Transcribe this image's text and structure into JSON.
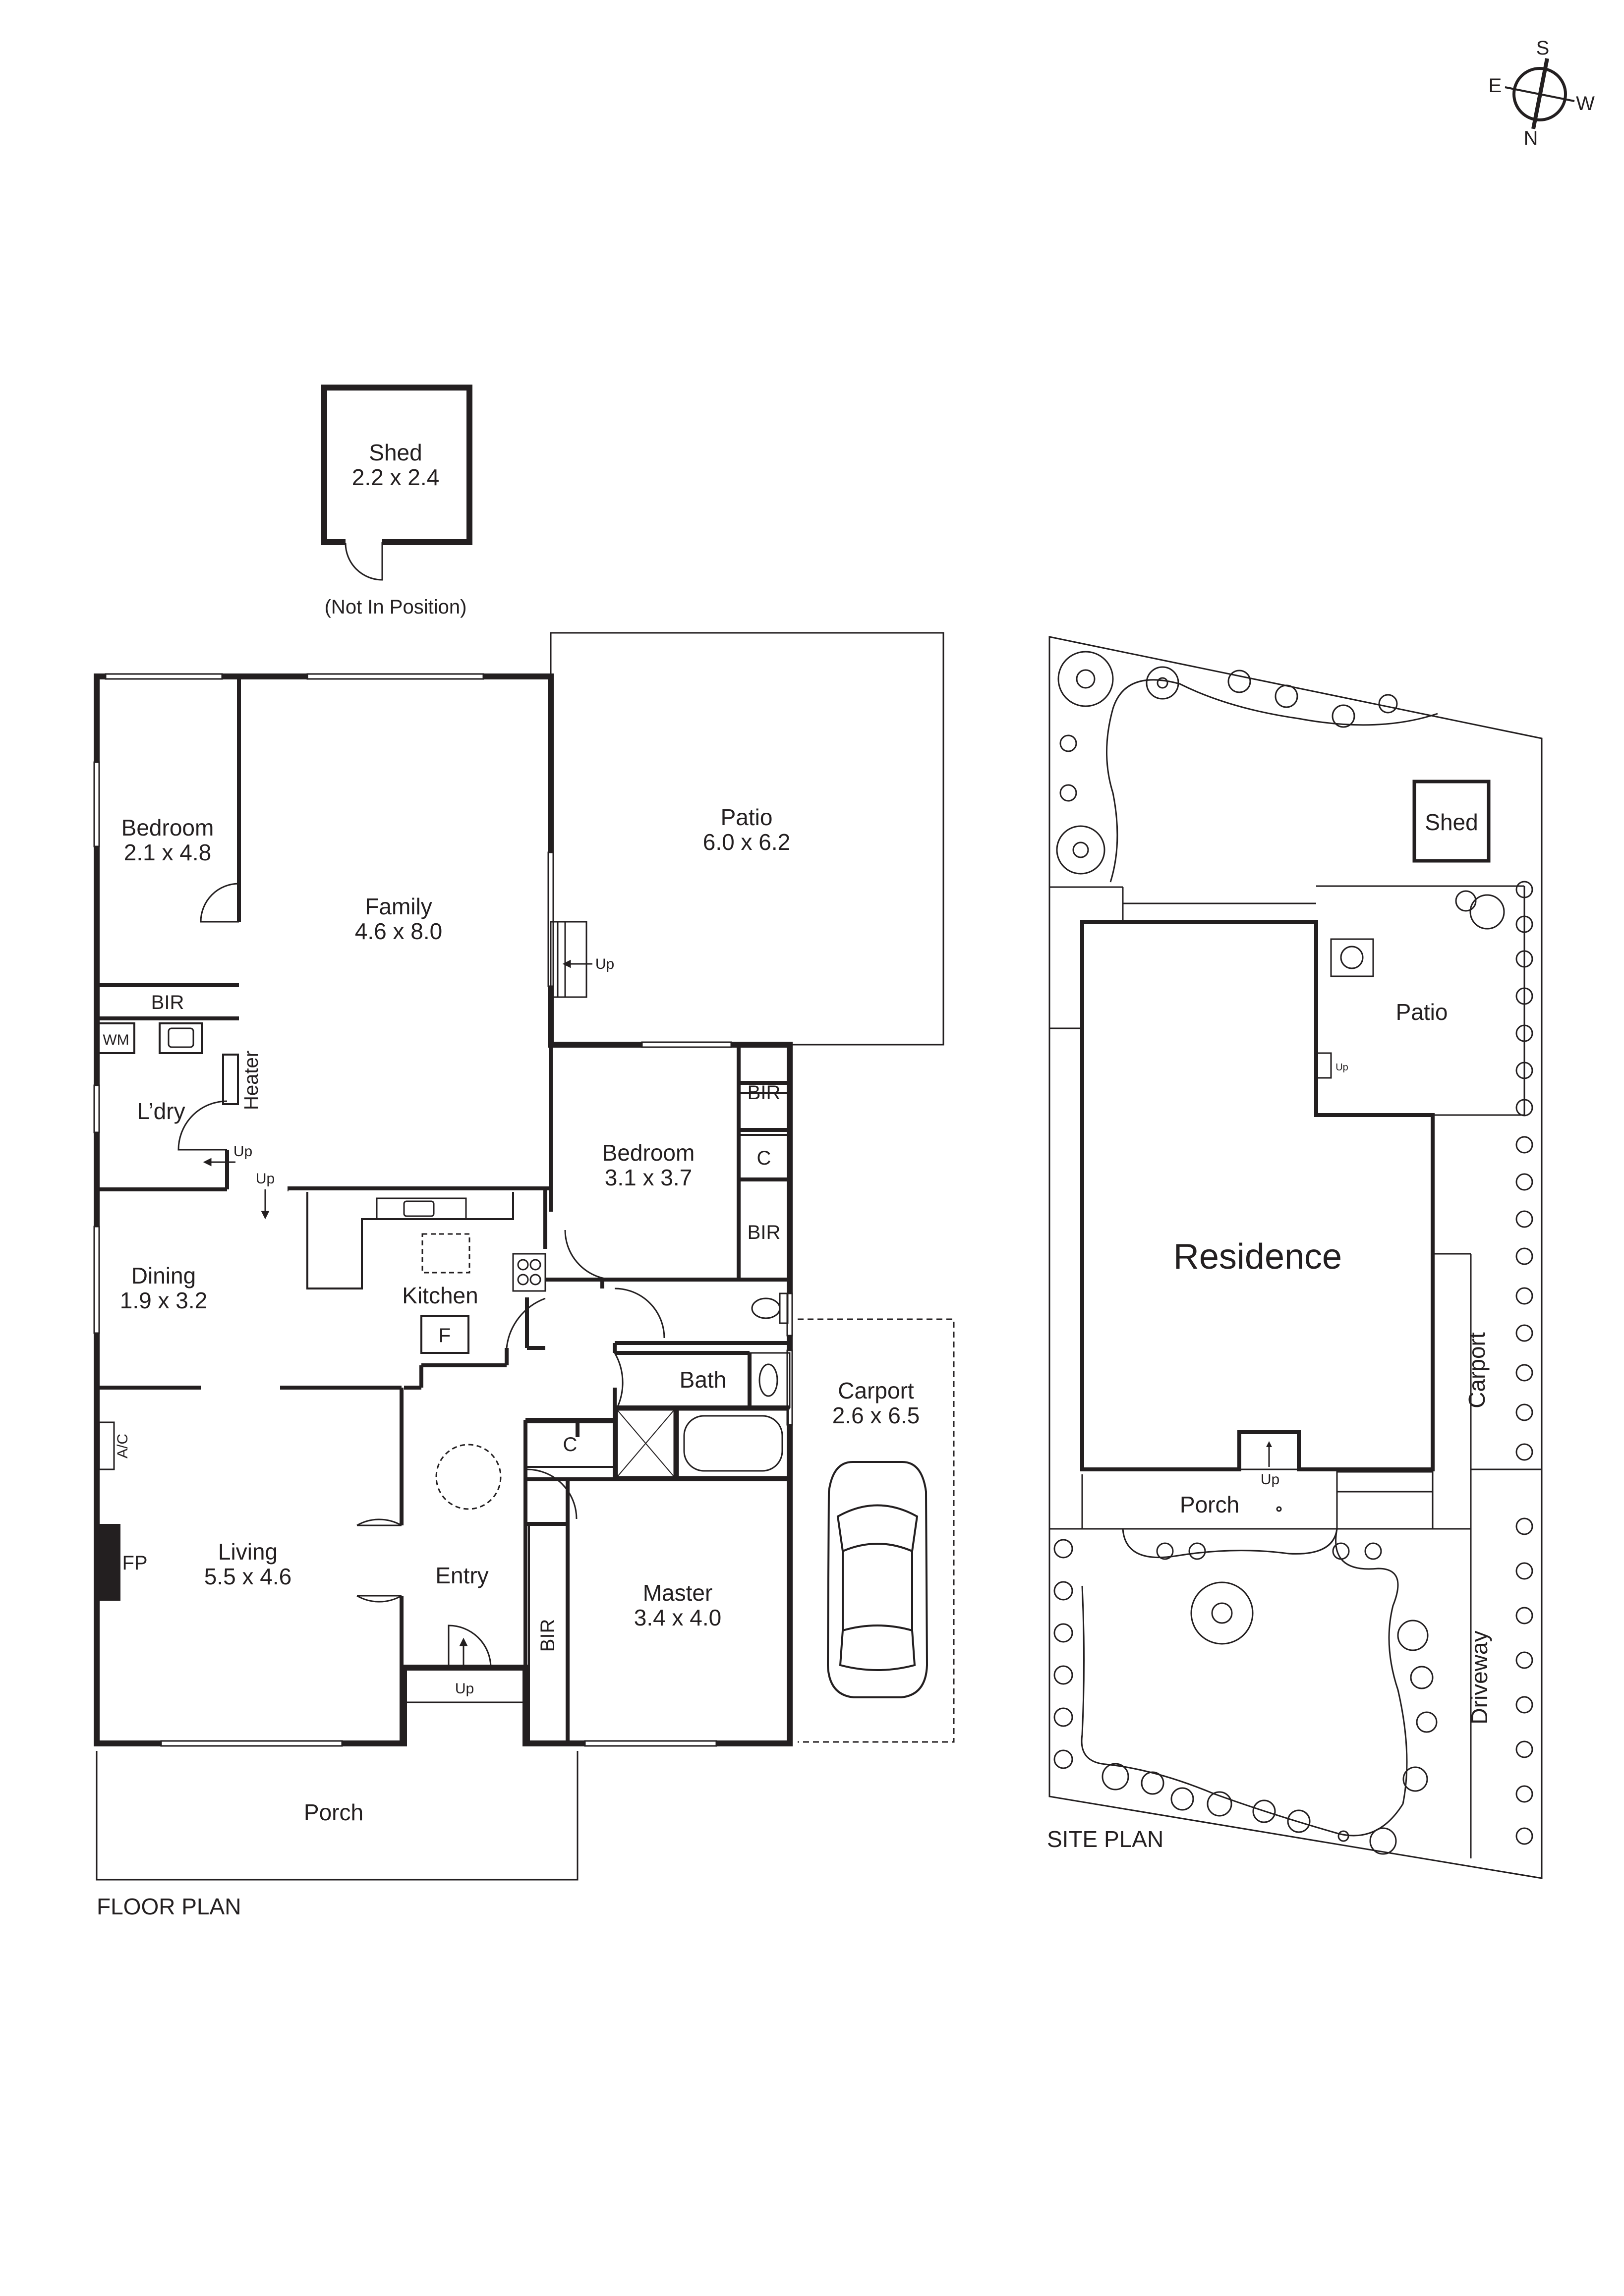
{
  "compass": {
    "s": "S",
    "e": "E",
    "w": "W",
    "n": "N"
  },
  "shed": {
    "name": "Shed",
    "dims": "2.2 x 2.4",
    "note": "(Not In Position)"
  },
  "floor_plan": {
    "title": "FLOOR PLAN",
    "rooms": {
      "bedroom2": {
        "name": "Bedroom",
        "dims": "2.1 x 4.8"
      },
      "family": {
        "name": "Family",
        "dims": "4.6 x 8.0"
      },
      "patio": {
        "name": "Patio",
        "dims": "6.0 x 6.2"
      },
      "bedroom3": {
        "name": "Bedroom",
        "dims": "3.1 x 3.7"
      },
      "laundry": {
        "name": "L’dry"
      },
      "dining": {
        "name": "Dining",
        "dims": "1.9 x 3.2"
      },
      "kitchen": {
        "name": "Kitchen"
      },
      "bath": {
        "name": "Bath"
      },
      "carport": {
        "name": "Carport",
        "dims": "2.6 x 6.5"
      },
      "living": {
        "name": "Living",
        "dims": "5.5 x 4.6"
      },
      "entry": {
        "name": "Entry"
      },
      "master": {
        "name": "Master",
        "dims": "3.4 x 4.0"
      },
      "porch": {
        "name": "Porch"
      }
    },
    "labels": {
      "bir": "BIR",
      "wm": "WM",
      "heater": "Heater",
      "cupboard": "C",
      "fridge": "F",
      "ac": "A/C",
      "fp": "FP",
      "up": "Up"
    }
  },
  "site_plan": {
    "title": "SITE PLAN",
    "residence": "Residence",
    "shed": "Shed",
    "patio": "Patio",
    "porch": "Porch",
    "carport": "Carport",
    "driveway": "Driveway",
    "up": "Up"
  }
}
